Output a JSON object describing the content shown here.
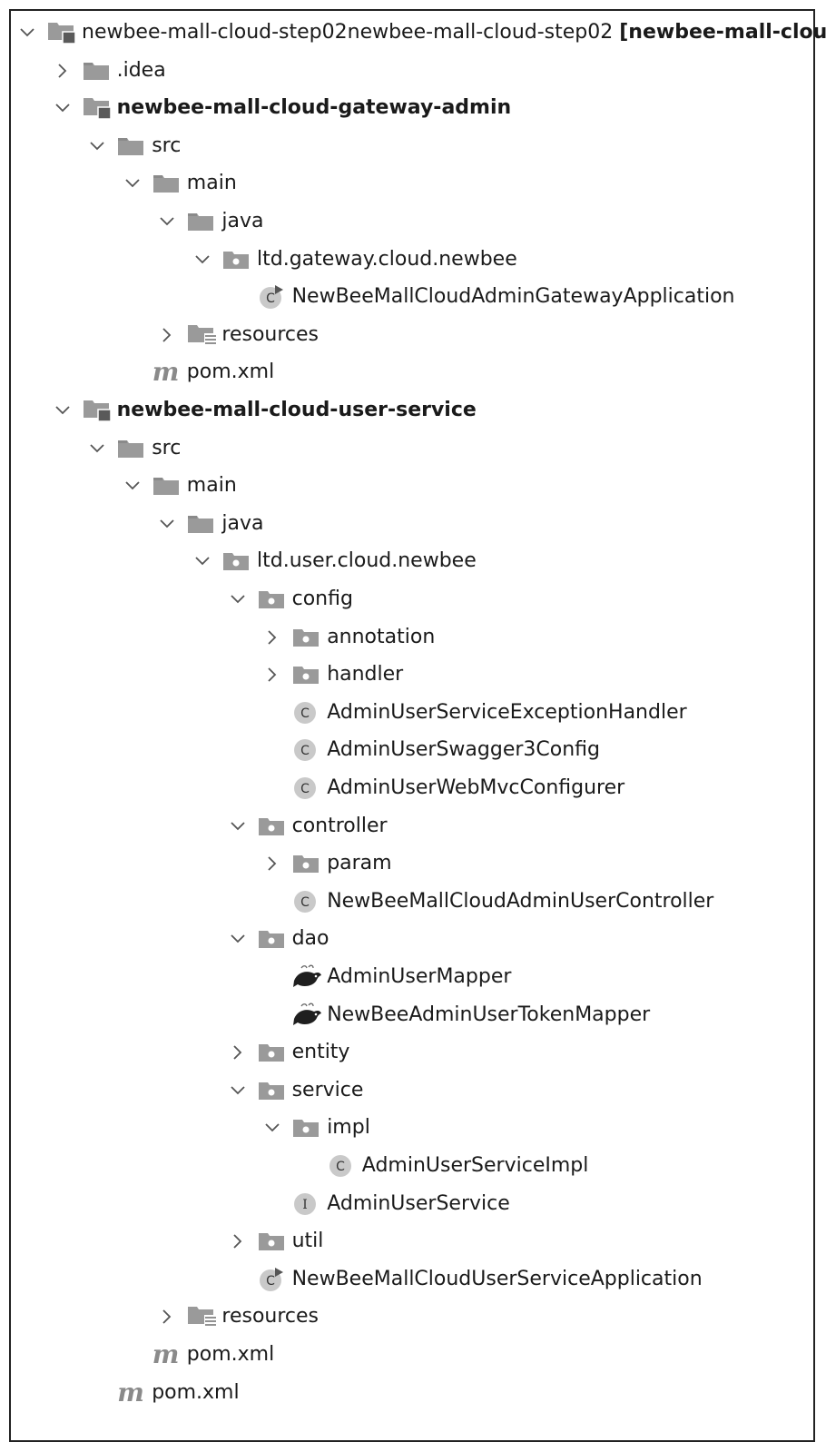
{
  "tree": {
    "rows": [
      {
        "depth": 0,
        "arrow": "down",
        "icon": "module-icon",
        "label": "newbee-mall-cloud-step02",
        "suffix": "[newbee-mall-cloud]",
        "bold": false
      },
      {
        "depth": 1,
        "arrow": "right",
        "icon": "folder-icon",
        "label": ".idea",
        "bold": false
      },
      {
        "depth": 1,
        "arrow": "down",
        "icon": "module-icon",
        "label": "newbee-mall-cloud-gateway-admin",
        "bold": true
      },
      {
        "depth": 2,
        "arrow": "down",
        "icon": "folder-icon",
        "label": "src",
        "bold": false
      },
      {
        "depth": 3,
        "arrow": "down",
        "icon": "folder-icon",
        "label": "main",
        "bold": false
      },
      {
        "depth": 4,
        "arrow": "down",
        "icon": "folder-icon",
        "label": "java",
        "bold": false
      },
      {
        "depth": 5,
        "arrow": "down",
        "icon": "package-icon",
        "label": "ltd.gateway.cloud.newbee",
        "bold": false
      },
      {
        "depth": 6,
        "arrow": "none",
        "icon": "app-class-icon",
        "label": "NewBeeMallCloudAdminGatewayApplication",
        "bold": false
      },
      {
        "depth": 4,
        "arrow": "right",
        "icon": "resources-icon",
        "label": "resources",
        "bold": false
      },
      {
        "depth": 3,
        "arrow": "none",
        "icon": "maven-icon",
        "label": "pom.xml",
        "bold": false
      },
      {
        "depth": 1,
        "arrow": "down",
        "icon": "module-icon",
        "label": "newbee-mall-cloud-user-service",
        "bold": true
      },
      {
        "depth": 2,
        "arrow": "down",
        "icon": "folder-icon",
        "label": "src",
        "bold": false
      },
      {
        "depth": 3,
        "arrow": "down",
        "icon": "folder-icon",
        "label": "main",
        "bold": false
      },
      {
        "depth": 4,
        "arrow": "down",
        "icon": "folder-icon",
        "label": "java",
        "bold": false
      },
      {
        "depth": 5,
        "arrow": "down",
        "icon": "package-icon",
        "label": "ltd.user.cloud.newbee",
        "bold": false
      },
      {
        "depth": 6,
        "arrow": "down",
        "icon": "package-icon",
        "label": "config",
        "bold": false
      },
      {
        "depth": 7,
        "arrow": "right",
        "icon": "package-icon",
        "label": "annotation",
        "bold": false
      },
      {
        "depth": 7,
        "arrow": "right",
        "icon": "package-icon",
        "label": "handler",
        "bold": false
      },
      {
        "depth": 7,
        "arrow": "none",
        "icon": "class-icon",
        "label": "AdminUserServiceExceptionHandler",
        "bold": false
      },
      {
        "depth": 7,
        "arrow": "none",
        "icon": "class-icon",
        "label": "AdminUserSwagger3Config",
        "bold": false
      },
      {
        "depth": 7,
        "arrow": "none",
        "icon": "class-icon",
        "label": "AdminUserWebMvcConfigurer",
        "bold": false
      },
      {
        "depth": 6,
        "arrow": "down",
        "icon": "package-icon",
        "label": "controller",
        "bold": false
      },
      {
        "depth": 7,
        "arrow": "right",
        "icon": "package-icon",
        "label": "param",
        "bold": false
      },
      {
        "depth": 7,
        "arrow": "none",
        "icon": "class-icon",
        "label": "NewBeeMallCloudAdminUserController",
        "bold": false
      },
      {
        "depth": 6,
        "arrow": "down",
        "icon": "package-icon",
        "label": "dao",
        "bold": false
      },
      {
        "depth": 7,
        "arrow": "none",
        "icon": "mybatis-icon",
        "label": "AdminUserMapper",
        "bold": false
      },
      {
        "depth": 7,
        "arrow": "none",
        "icon": "mybatis-icon",
        "label": "NewBeeAdminUserTokenMapper",
        "bold": false
      },
      {
        "depth": 6,
        "arrow": "right",
        "icon": "package-icon",
        "label": "entity",
        "bold": false
      },
      {
        "depth": 6,
        "arrow": "down",
        "icon": "package-icon",
        "label": "service",
        "bold": false
      },
      {
        "depth": 7,
        "arrow": "down",
        "icon": "package-icon",
        "label": "impl",
        "bold": false
      },
      {
        "depth": 8,
        "arrow": "none",
        "icon": "class-icon",
        "label": "AdminUserServiceImpl",
        "bold": false
      },
      {
        "depth": 7,
        "arrow": "none",
        "icon": "interface-icon",
        "label": "AdminUserService",
        "bold": false
      },
      {
        "depth": 6,
        "arrow": "right",
        "icon": "package-icon",
        "label": "util",
        "bold": false
      },
      {
        "depth": 6,
        "arrow": "none",
        "icon": "app-class-icon",
        "label": "NewBeeMallCloudUserServiceApplication",
        "bold": false
      },
      {
        "depth": 4,
        "arrow": "right",
        "icon": "resources-icon",
        "label": "resources",
        "bold": false
      },
      {
        "depth": 3,
        "arrow": "none",
        "icon": "maven-icon",
        "label": "pom.xml",
        "bold": false
      },
      {
        "depth": 2,
        "arrow": "none",
        "icon": "maven-icon",
        "label": "pom.xml",
        "bold": false
      }
    ]
  }
}
